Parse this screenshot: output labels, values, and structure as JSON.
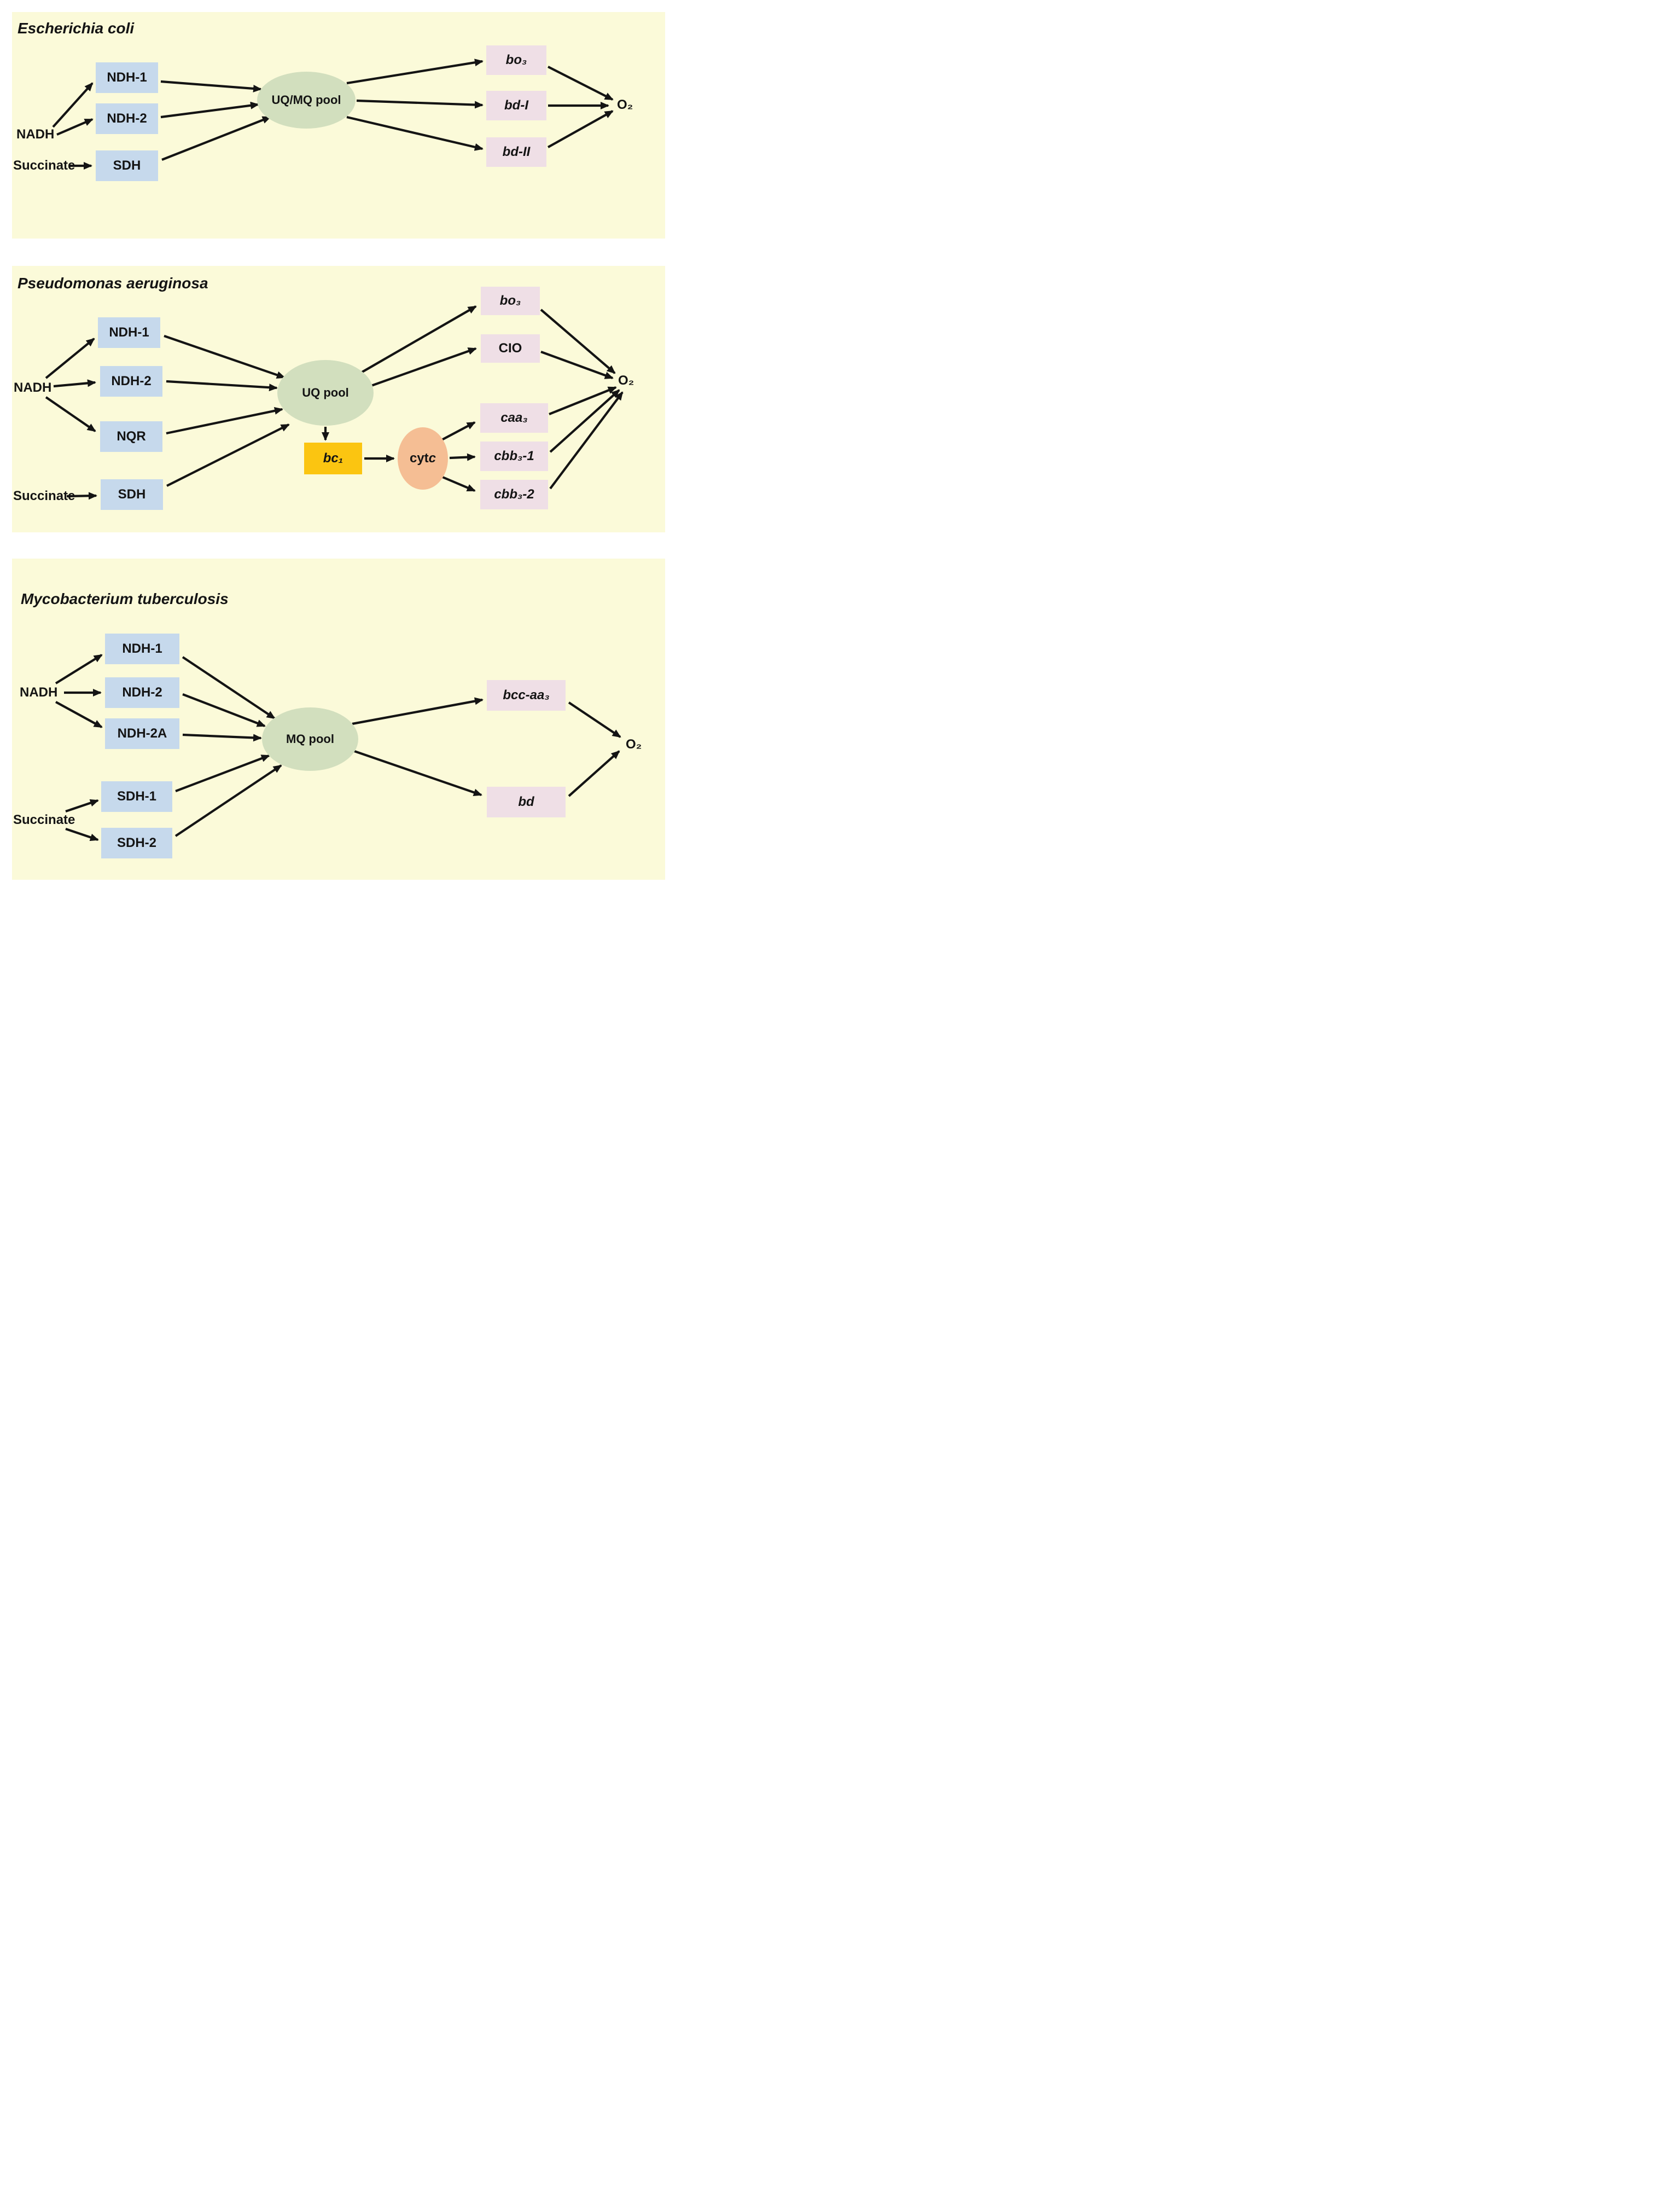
{
  "figure": {
    "colors": {
      "panel-bg": "#FBFAD9",
      "blue": "#C6D9EC",
      "green": "#D2DFBE",
      "pink": "#EFDFE6",
      "gold": "#FBC511",
      "orange": "#F5BE94",
      "ink": "#141414"
    },
    "panels": [
      {
        "title": "Escherichia coli",
        "substrates": {
          "nadh": "NADH",
          "succinate": "Succinate"
        },
        "dehydrogenases": {
          "ndh1": "NDH-1",
          "ndh2": "NDH-2",
          "sdh": "SDH"
        },
        "pool": "UQ/MQ pool",
        "oxidases": {
          "bo3": "bo₃",
          "bdI": "bd-I",
          "bdII": "bd-II"
        },
        "o2": "O₂"
      },
      {
        "title": "Pseudomonas aeruginosa",
        "substrates": {
          "nadh": "NADH",
          "succinate": "Succinate"
        },
        "dehydrogenases": {
          "ndh1": "NDH-1",
          "ndh2": "NDH-2",
          "nqr": "NQR",
          "sdh": "SDH"
        },
        "pool": "UQ pool",
        "bc1": "bc₁",
        "cytc_prefix": "cyt ",
        "cytc_c": "c",
        "oxidases": {
          "bo3": "bo₃",
          "cio": "CIO",
          "caa3": "caa₃",
          "cbb31": "cbb₃-1",
          "cbb32": "cbb₃-2"
        },
        "o2": "O₂"
      },
      {
        "title": "Mycobacterium tuberculosis",
        "substrates": {
          "nadh": "NADH",
          "succinate": "Succinate"
        },
        "dehydrogenases": {
          "ndh1": "NDH-1",
          "ndh2": "NDH-2",
          "ndh2a": "NDH-2A",
          "sdh1": "SDH-1",
          "sdh2": "SDH-2"
        },
        "pool": "MQ pool",
        "oxidases": {
          "bccaa3": "bcc-aa₃",
          "bd": "bd"
        },
        "o2": "O₂"
      }
    ]
  }
}
